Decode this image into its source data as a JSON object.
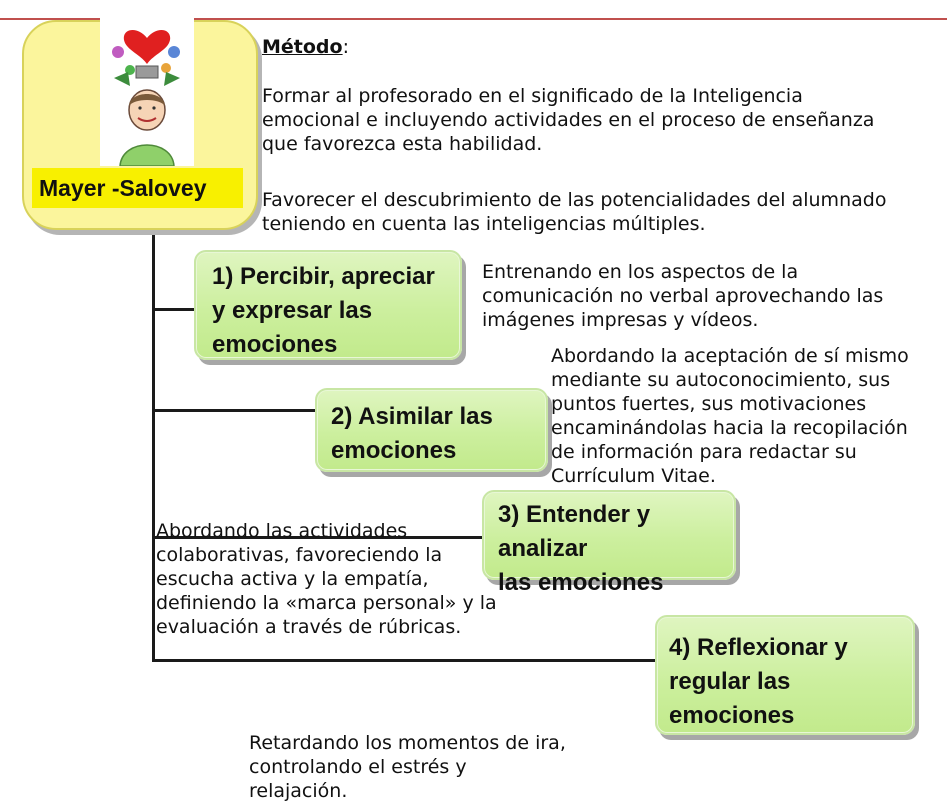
{
  "root": {
    "label": "Mayer -Salovey",
    "illustration": "woman-with-flowers-and-heart-icon"
  },
  "method": {
    "title": "Método",
    "colon": ":",
    "paragraph1": "Formar al profesorado en el significado de la Inteligencia\nemocional e incluyendo actividades en el proceso de enseñanza\nque favorezca esta habilidad.",
    "paragraph2": "Favorecer el descubrimiento de las potencialidades del alumnado\nteniendo en cuenta las inteligencias múltiples."
  },
  "branches": [
    {
      "label": "1) Percibir, apreciar\ny expresar las\nemociones",
      "description": "Entrenando en los aspectos de la\ncomunicación no verbal aprovechando las\nimágenes impresas y vídeos."
    },
    {
      "label": "2) Asimilar las\nemociones",
      "description": "Abordando la aceptación de sí mismo\nmediante su autoconocimiento, sus\npuntos fuertes,  sus motivaciones\nencaminándolas hacia la recopilación\nde información para  redactar su\nCurrículum Vitae."
    },
    {
      "label": "3) Entender y analizar\nlas emociones",
      "description": "Abordando las actividades\ncolaborativas, favoreciendo la\nescucha activa y la empatía,\ndefiniendo la «marca personal» y la\nevaluación a través de rúbricas."
    },
    {
      "label": "4) Reflexionar y\nregular  las\nemociones",
      "description": "Retardando los momentos de ira,\ncontrolando el estrés  y\nrelajación."
    }
  ],
  "colors": {
    "root_fill": "#fbf59c",
    "root_label_fill": "#f8f000",
    "box_fill": "#ccef9e",
    "accent_line": "#c0504d"
  }
}
